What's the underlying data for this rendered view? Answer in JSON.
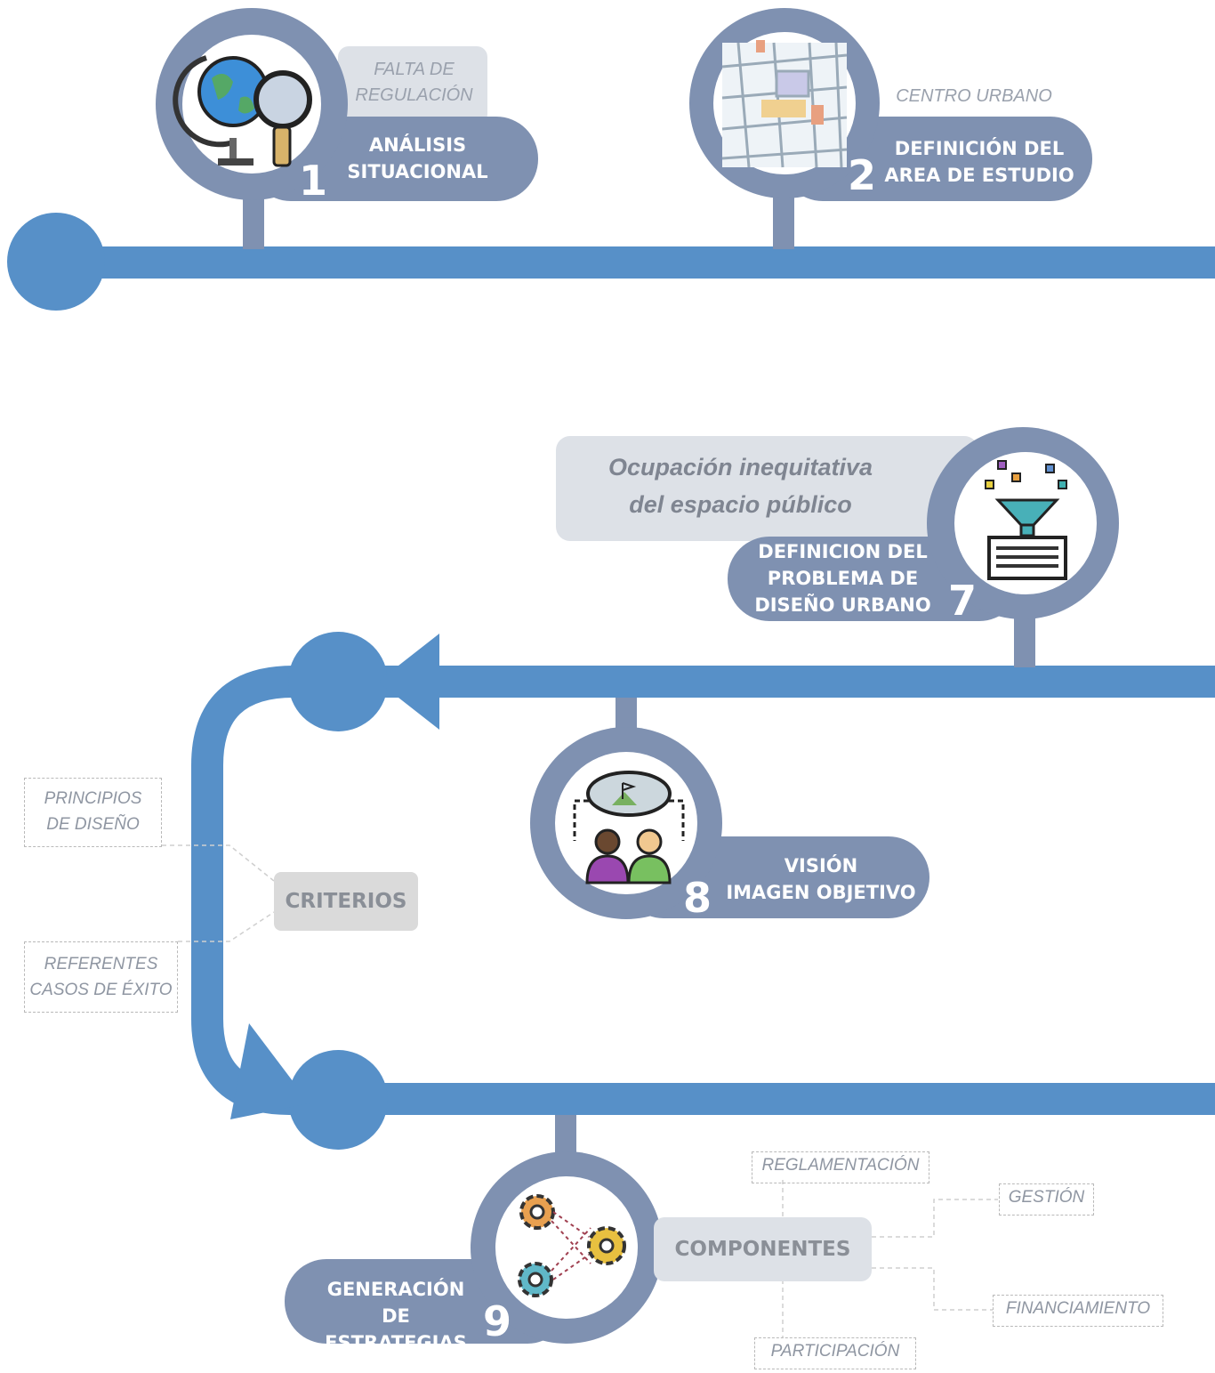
{
  "steps": [
    {
      "number": "1",
      "title": "ANÁLISIS\nSITUACIONAL",
      "note": "FALTA DE\nREGULACIÓN",
      "icon": "globe-magnifier-icon"
    },
    {
      "number": "2",
      "title": "DEFINICIÓN DEL\nAREA DE ESTUDIO",
      "note": "CENTRO URBANO",
      "icon": "city-map-icon"
    },
    {
      "number": "7",
      "title": "DEFINICION DEL\nPROBLEMA DE\nDISEÑO URBANO",
      "note": "Ocupación inequitativa\ndel espacio público",
      "icon": "data-funnel-icon"
    },
    {
      "number": "8",
      "title": "VISIÓN\nIMAGEN OBJETIVO",
      "icon": "shared-vision-icon"
    },
    {
      "number": "9",
      "title": "GENERACIÓN DE\nESTRATEGIAS",
      "icon": "gears-icon"
    }
  ],
  "criterios": {
    "label": "CRITERIOS",
    "items": [
      "PRINCIPIOS\nDE DISEÑO",
      "REFERENTES\nCASOS DE ÉXITO"
    ]
  },
  "componentes": {
    "label": "COMPONENTES",
    "items": [
      "REGLAMENTACIÓN",
      "GESTIÓN",
      "FINANCIAMIENTO",
      "PARTICIPACIÓN"
    ]
  },
  "colors": {
    "timeline": "#5790c8",
    "badge": "#7f91b1",
    "tag": "#dadada",
    "note_box": "#dde1e7"
  }
}
